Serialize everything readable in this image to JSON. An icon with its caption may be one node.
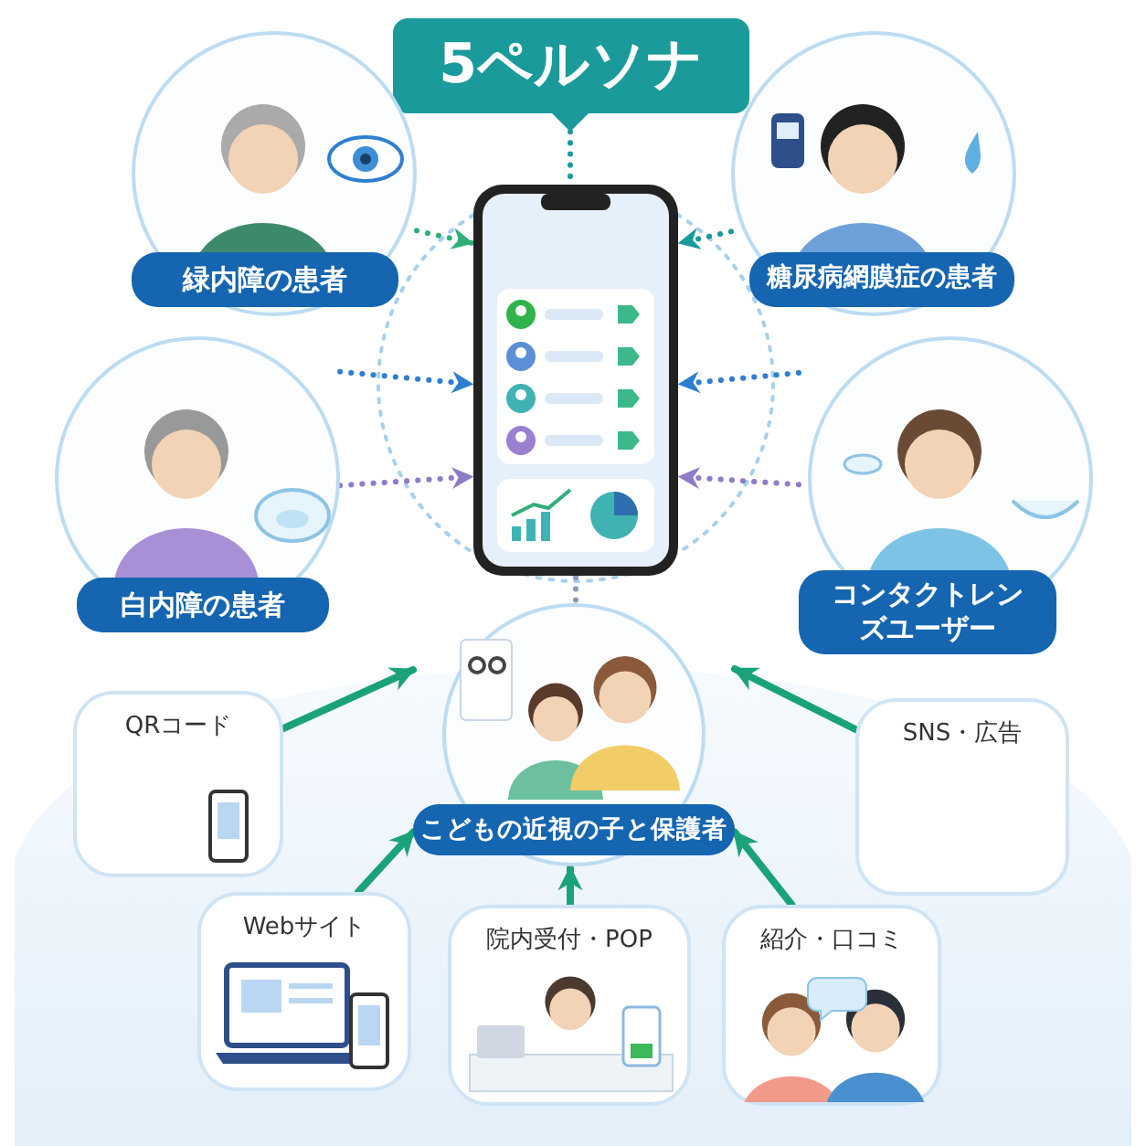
{
  "diagram": {
    "nodes": [
      {
        "text": [
          "5ペルソナ"
        ]
      },
      {
        "text": [],
        "shape": "picture"
      },
      {
        "text": [
          "緑内障の患者"
        ]
      },
      {
        "text": [
          "糖尿病網膜症の患者"
        ]
      },
      {
        "text": [
          "白内障の患者"
        ]
      },
      {
        "text": [
          "コンタクトレンズユーザー"
        ]
      },
      {
        "text": [
          "こどもの近視の子と保護者"
        ]
      },
      {
        "text": [
          "QRコード"
        ]
      },
      {
        "text": [
          "SNS・広告"
        ]
      },
      {
        "text": [
          "Webサイト"
        ]
      },
      {
        "text": [
          "院内受付・POP"
        ]
      },
      {
        "text": [
          "紹介・口コミ"
        ]
      }
    ],
    "edges": [
      {
        "from": 0,
        "to": 1,
        "arrow": "none",
        "style": "dashed",
        "color": "#1a9a9a"
      },
      {
        "from": 2,
        "to": 1,
        "arrow": "to",
        "style": "dashed",
        "color": "#2fae7a"
      },
      {
        "from": 3,
        "to": 1,
        "arrow": "to",
        "style": "dashed",
        "color": "#1a9a9a"
      },
      {
        "from": 4,
        "to": 1,
        "arrow": "to",
        "style": "dashed",
        "color": "#2f7fd0"
      },
      {
        "from": 4,
        "to": 1,
        "arrow": "to",
        "style": "dashed",
        "color": "#8f7cc8"
      },
      {
        "from": 5,
        "to": 1,
        "arrow": "to",
        "style": "dashed",
        "color": "#2f7fd0"
      },
      {
        "from": 5,
        "to": 1,
        "arrow": "to",
        "style": "dashed",
        "color": "#8f7cc8"
      },
      {
        "from": 1,
        "to": 6,
        "arrow": "none",
        "style": "dashed",
        "color": "#8a9bb8"
      },
      {
        "from": 7,
        "to": 6,
        "arrow": "to"
      },
      {
        "from": 8,
        "to": 6,
        "arrow": "to"
      },
      {
        "from": 9,
        "to": 6,
        "arrow": "to"
      },
      {
        "from": 10,
        "to": 6,
        "arrow": "to"
      },
      {
        "from": 11,
        "to": 6,
        "arrow": "to"
      }
    ]
  }
}
